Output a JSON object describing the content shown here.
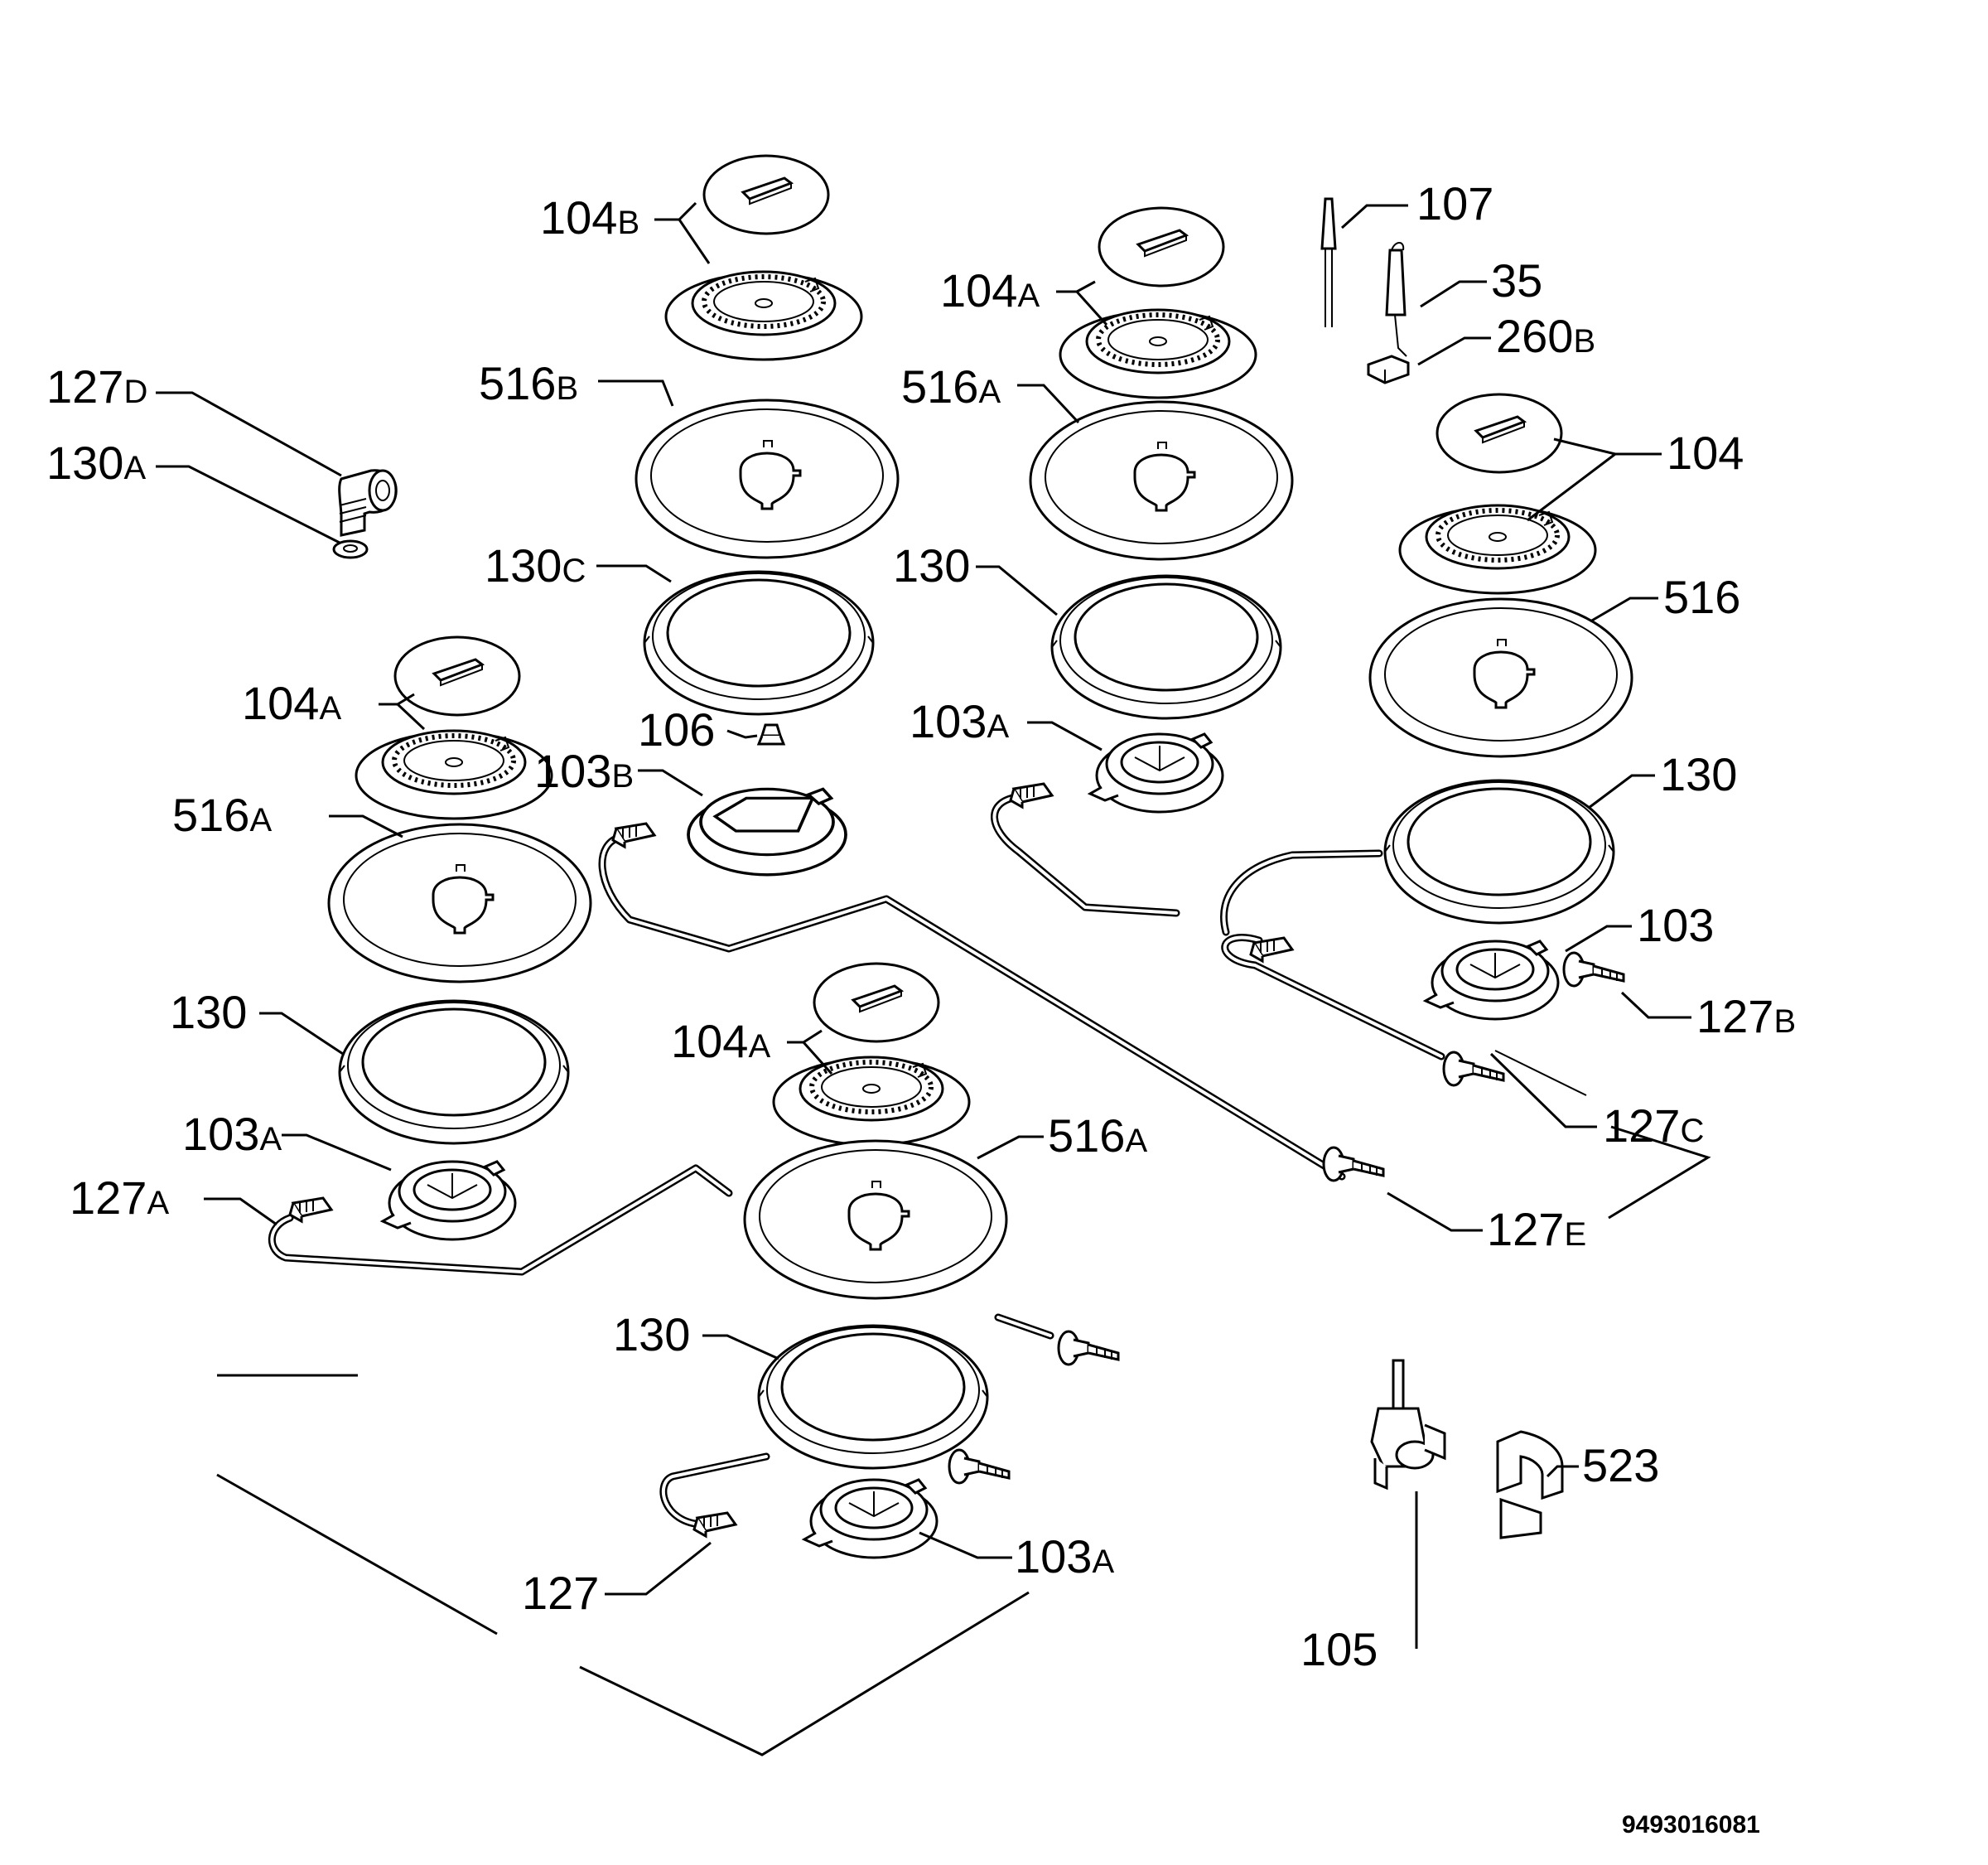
{
  "figure": {
    "doc_number": "9493016081",
    "labels": {
      "l104b": {
        "num": "104",
        "suffix": "B"
      },
      "l127d": {
        "num": "127",
        "suffix": "D"
      },
      "l130a": {
        "num": "130",
        "suffix": "A"
      },
      "l516b": {
        "num": "516",
        "suffix": "B"
      },
      "l130c": {
        "num": "130",
        "suffix": "C"
      },
      "l106": {
        "num": "106",
        "suffix": ""
      },
      "l103b": {
        "num": "103",
        "suffix": "B"
      },
      "l104a_tm": {
        "num": "104",
        "suffix": "A"
      },
      "l516a_tm": {
        "num": "516",
        "suffix": "A"
      },
      "l130_tm": {
        "num": "130",
        "suffix": ""
      },
      "l103a_tm": {
        "num": "103",
        "suffix": "A"
      },
      "l107": {
        "num": "107",
        "suffix": ""
      },
      "l35": {
        "num": "35",
        "suffix": ""
      },
      "l260b": {
        "num": "260",
        "suffix": "B"
      },
      "l104": {
        "num": "104",
        "suffix": ""
      },
      "l516": {
        "num": "516",
        "suffix": ""
      },
      "l130_r": {
        "num": "130",
        "suffix": ""
      },
      "l103": {
        "num": "103",
        "suffix": ""
      },
      "l127b": {
        "num": "127",
        "suffix": "B"
      },
      "l127c": {
        "num": "127",
        "suffix": "C"
      },
      "l127e": {
        "num": "127",
        "suffix": "E"
      },
      "l104a_l": {
        "num": "104",
        "suffix": "A"
      },
      "l516a_l": {
        "num": "516",
        "suffix": "A"
      },
      "l130_l": {
        "num": "130",
        "suffix": ""
      },
      "l103a_l": {
        "num": "103",
        "suffix": "A"
      },
      "l127a": {
        "num": "127",
        "suffix": "A"
      },
      "l104a_b": {
        "num": "104",
        "suffix": "A"
      },
      "l516a_b": {
        "num": "516",
        "suffix": "A"
      },
      "l130_b": {
        "num": "130",
        "suffix": ""
      },
      "l127": {
        "num": "127",
        "suffix": ""
      },
      "l103a_b": {
        "num": "103",
        "suffix": "A"
      },
      "l105": {
        "num": "105",
        "suffix": ""
      },
      "l523": {
        "num": "523",
        "suffix": ""
      }
    }
  }
}
